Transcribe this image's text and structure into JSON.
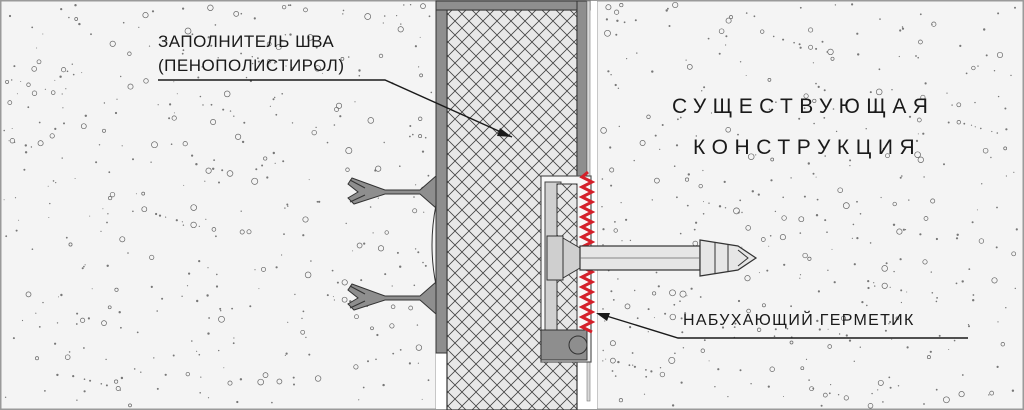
{
  "labels": {
    "joint_filler_line1": "ЗАПОЛНИТЕЛЬ ШВА",
    "joint_filler_line2": "(ПЕНОПОЛИСТИРОЛ)",
    "existing_structure_line1": "СУЩЕСТВУЮЩАЯ",
    "existing_structure_line2": "КОНСТРУКЦИЯ",
    "swelling_sealant": "НАБУХАЮЩИЙ ГЕРМЕТИК"
  },
  "colors": {
    "concrete_fill": "#f4f4f4",
    "concrete_speckle": "#666666",
    "profile_gray": "#8e8e8e",
    "outline": "#333333",
    "hatch_fill": "#e8e8e8",
    "hatch_line": "#444444",
    "sealant_red": "#d4202a",
    "leader_line": "#1a1a1a"
  }
}
